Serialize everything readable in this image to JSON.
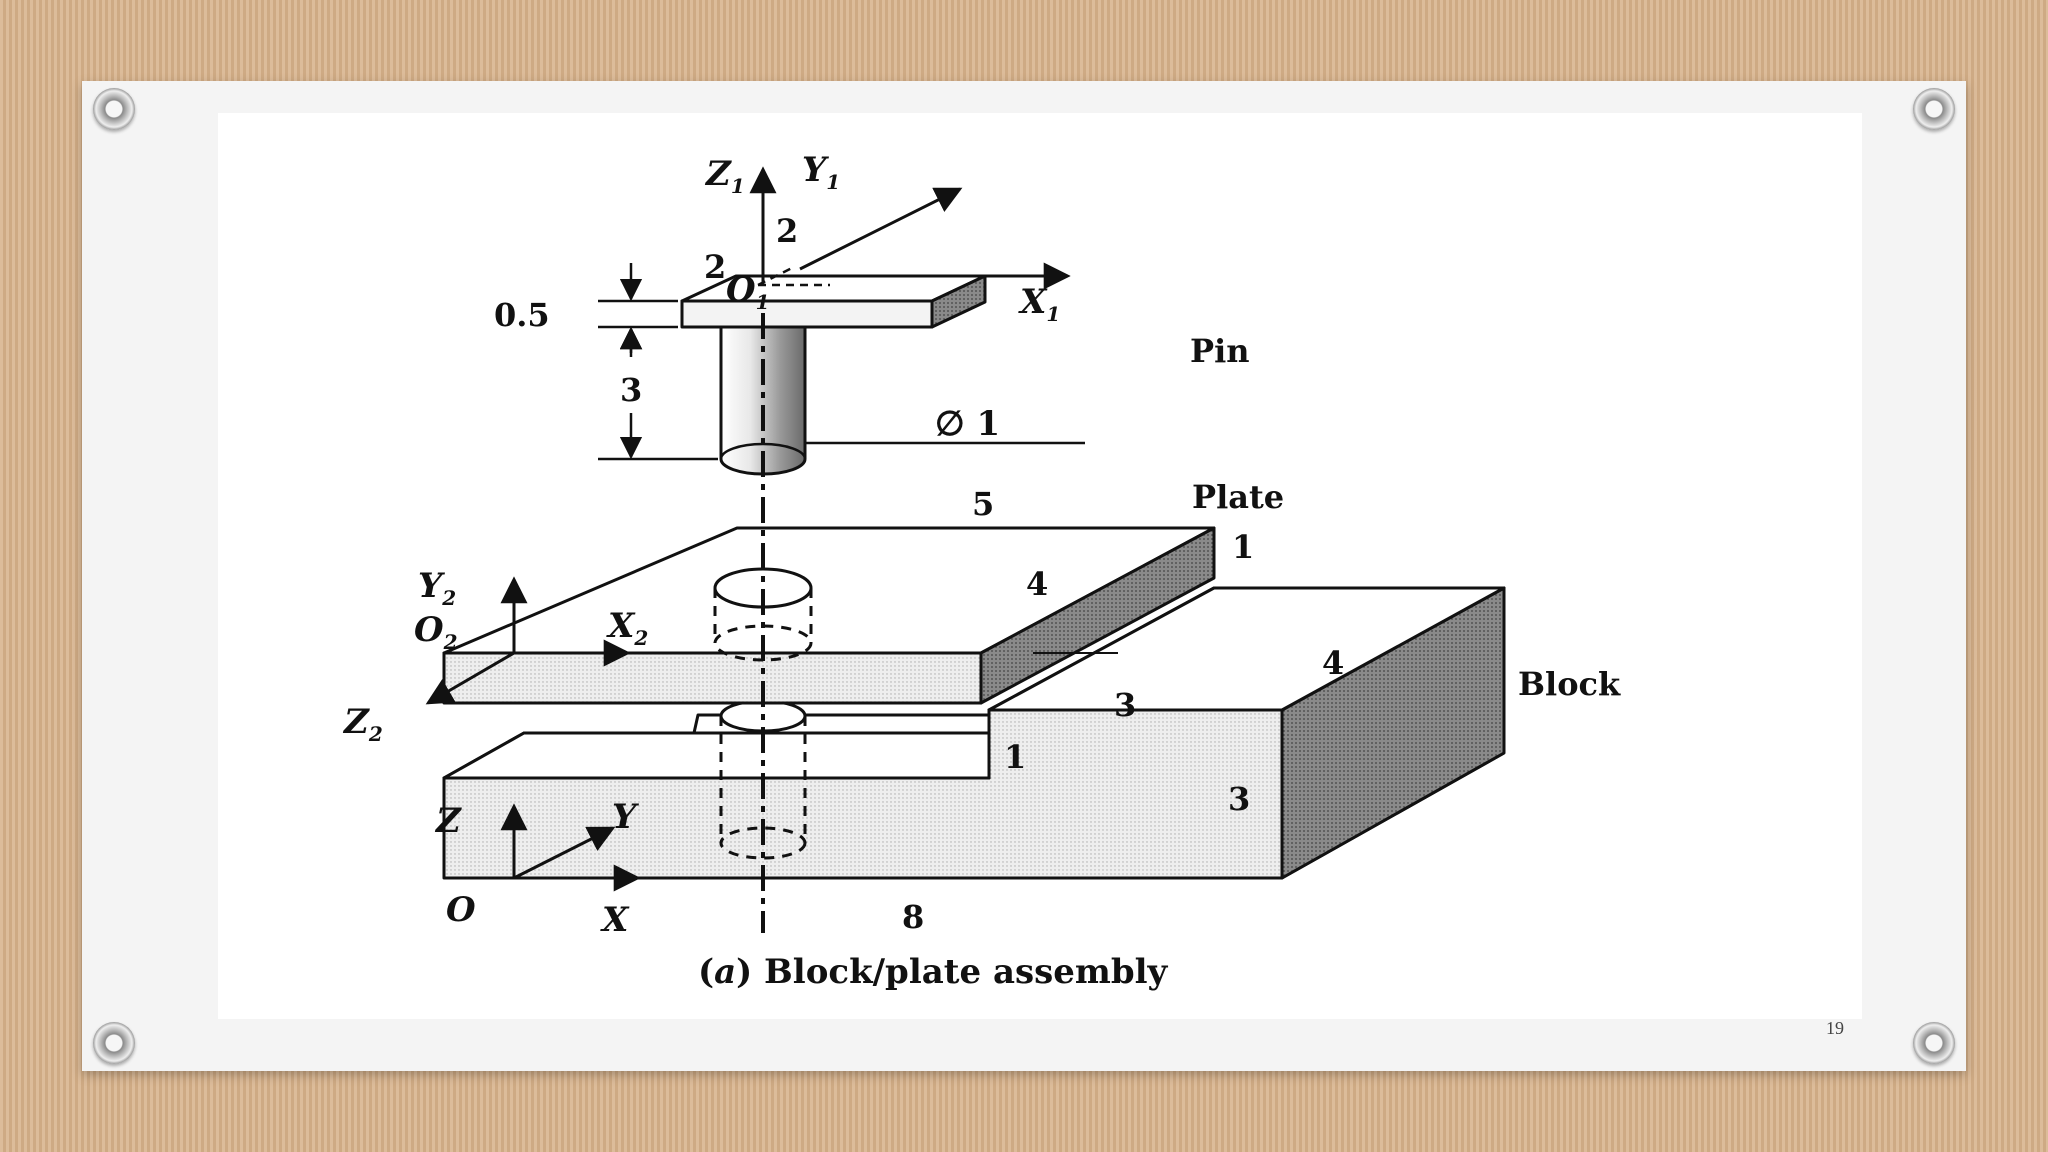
{
  "slide": {
    "page_number": "19",
    "caption_prefix": "(",
    "caption_italic": "a",
    "caption_rest": ") Block/plate assembly"
  },
  "diagram": {
    "labels": {
      "pin": "Pin",
      "plate": "Plate",
      "block": "Block"
    },
    "axes": {
      "pin": {
        "z": "Z",
        "y": "Y",
        "x": "X",
        "origin": "O",
        "sub": "1"
      },
      "plate": {
        "y": "Y",
        "x": "X",
        "z": "Z",
        "origin": "O",
        "sub": "2"
      },
      "block": {
        "z": "Z",
        "y": "Y",
        "x": "X",
        "origin": "O"
      }
    },
    "dimensions": {
      "pin_head_width": "2",
      "pin_head_depth": "2",
      "pin_head_thickness": "0.5",
      "pin_length": "3",
      "pin_diameter": "∅ 1",
      "plate_length": "5",
      "plate_thickness": "1",
      "plate_width": "4",
      "block_width": "4",
      "block_step_depth": "3",
      "block_step_height": "1",
      "block_height": "3",
      "block_length": "8"
    }
  }
}
